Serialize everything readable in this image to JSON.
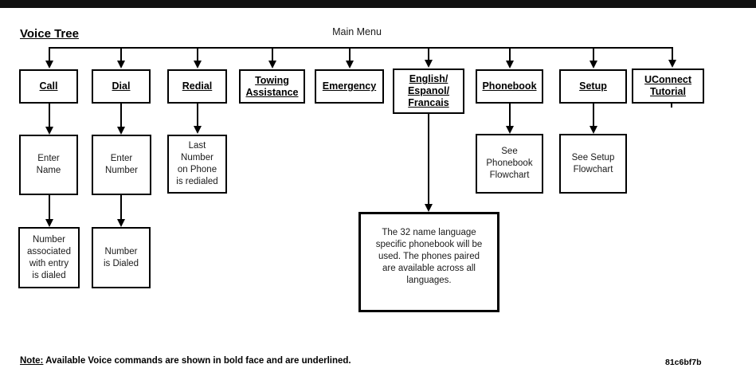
{
  "page": {
    "title": "Voice Tree",
    "main_menu_label": "Main Menu",
    "note_prefix": "Note:",
    "note_text": " Available Voice commands are shown in bold face and are underlined.",
    "doc_code": "81c6bf7b"
  },
  "nodes": {
    "call": {
      "text": "Call"
    },
    "dial": {
      "text": "Dial"
    },
    "redial": {
      "text": "Redial"
    },
    "towing": {
      "text": "Towing\nAssistance"
    },
    "emergency": {
      "text": "Emergency"
    },
    "language": {
      "text": "English/\nEspanol/\nFrancais"
    },
    "phonebook": {
      "text": "Phonebook"
    },
    "setup": {
      "text": "Setup"
    },
    "uconnect": {
      "text": "UConnect\nTutorial"
    },
    "enter_name": {
      "text": "Enter\nName"
    },
    "enter_number": {
      "text": "Enter\nNumber"
    },
    "last_number": {
      "text": "Last\nNumber\non Phone\nis redialed"
    },
    "see_phonebook": {
      "text": "See\nPhonebook\nFlowchart"
    },
    "see_setup": {
      "text": "See Setup\nFlowchart"
    },
    "number_associated": {
      "text": "Number\nassociated\nwith entry\nis dialed"
    },
    "number_dialed": {
      "text": "Number\nis Dialed"
    },
    "language_note": {
      "text": "The 32 name language\nspecific phonebook will be\nused. The phones paired\nare available across all\nlanguages."
    }
  },
  "colors": {
    "line": "#000000",
    "bar": "#111111",
    "background": "#ffffff"
  }
}
